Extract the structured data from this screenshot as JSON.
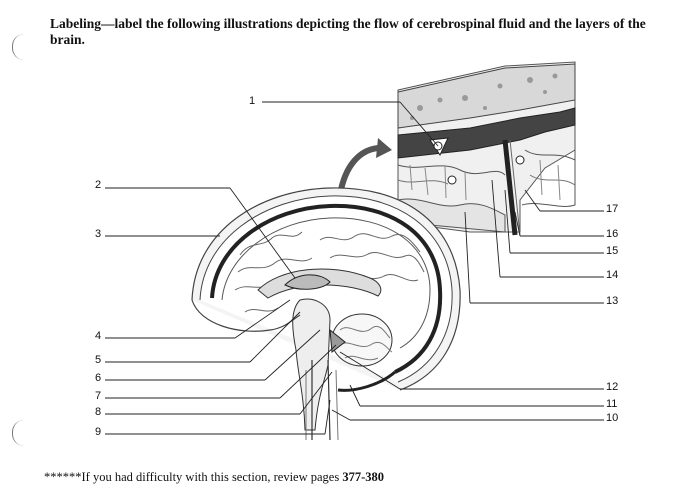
{
  "worksheet": {
    "heading": "Labeling—label the following illustrations depicting the flow of cerebrospinal fluid and the layers of the brain.",
    "footer_prefix": "******If you had difficulty with this section, review pages ",
    "footer_pages": "377-380"
  },
  "left_labels": [
    "2",
    "3",
    "4",
    "5",
    "6",
    "7",
    "8",
    "9"
  ],
  "top_label": "1",
  "right_labels": [
    "17",
    "16",
    "15",
    "14",
    "13",
    "12",
    "11",
    "10"
  ]
}
